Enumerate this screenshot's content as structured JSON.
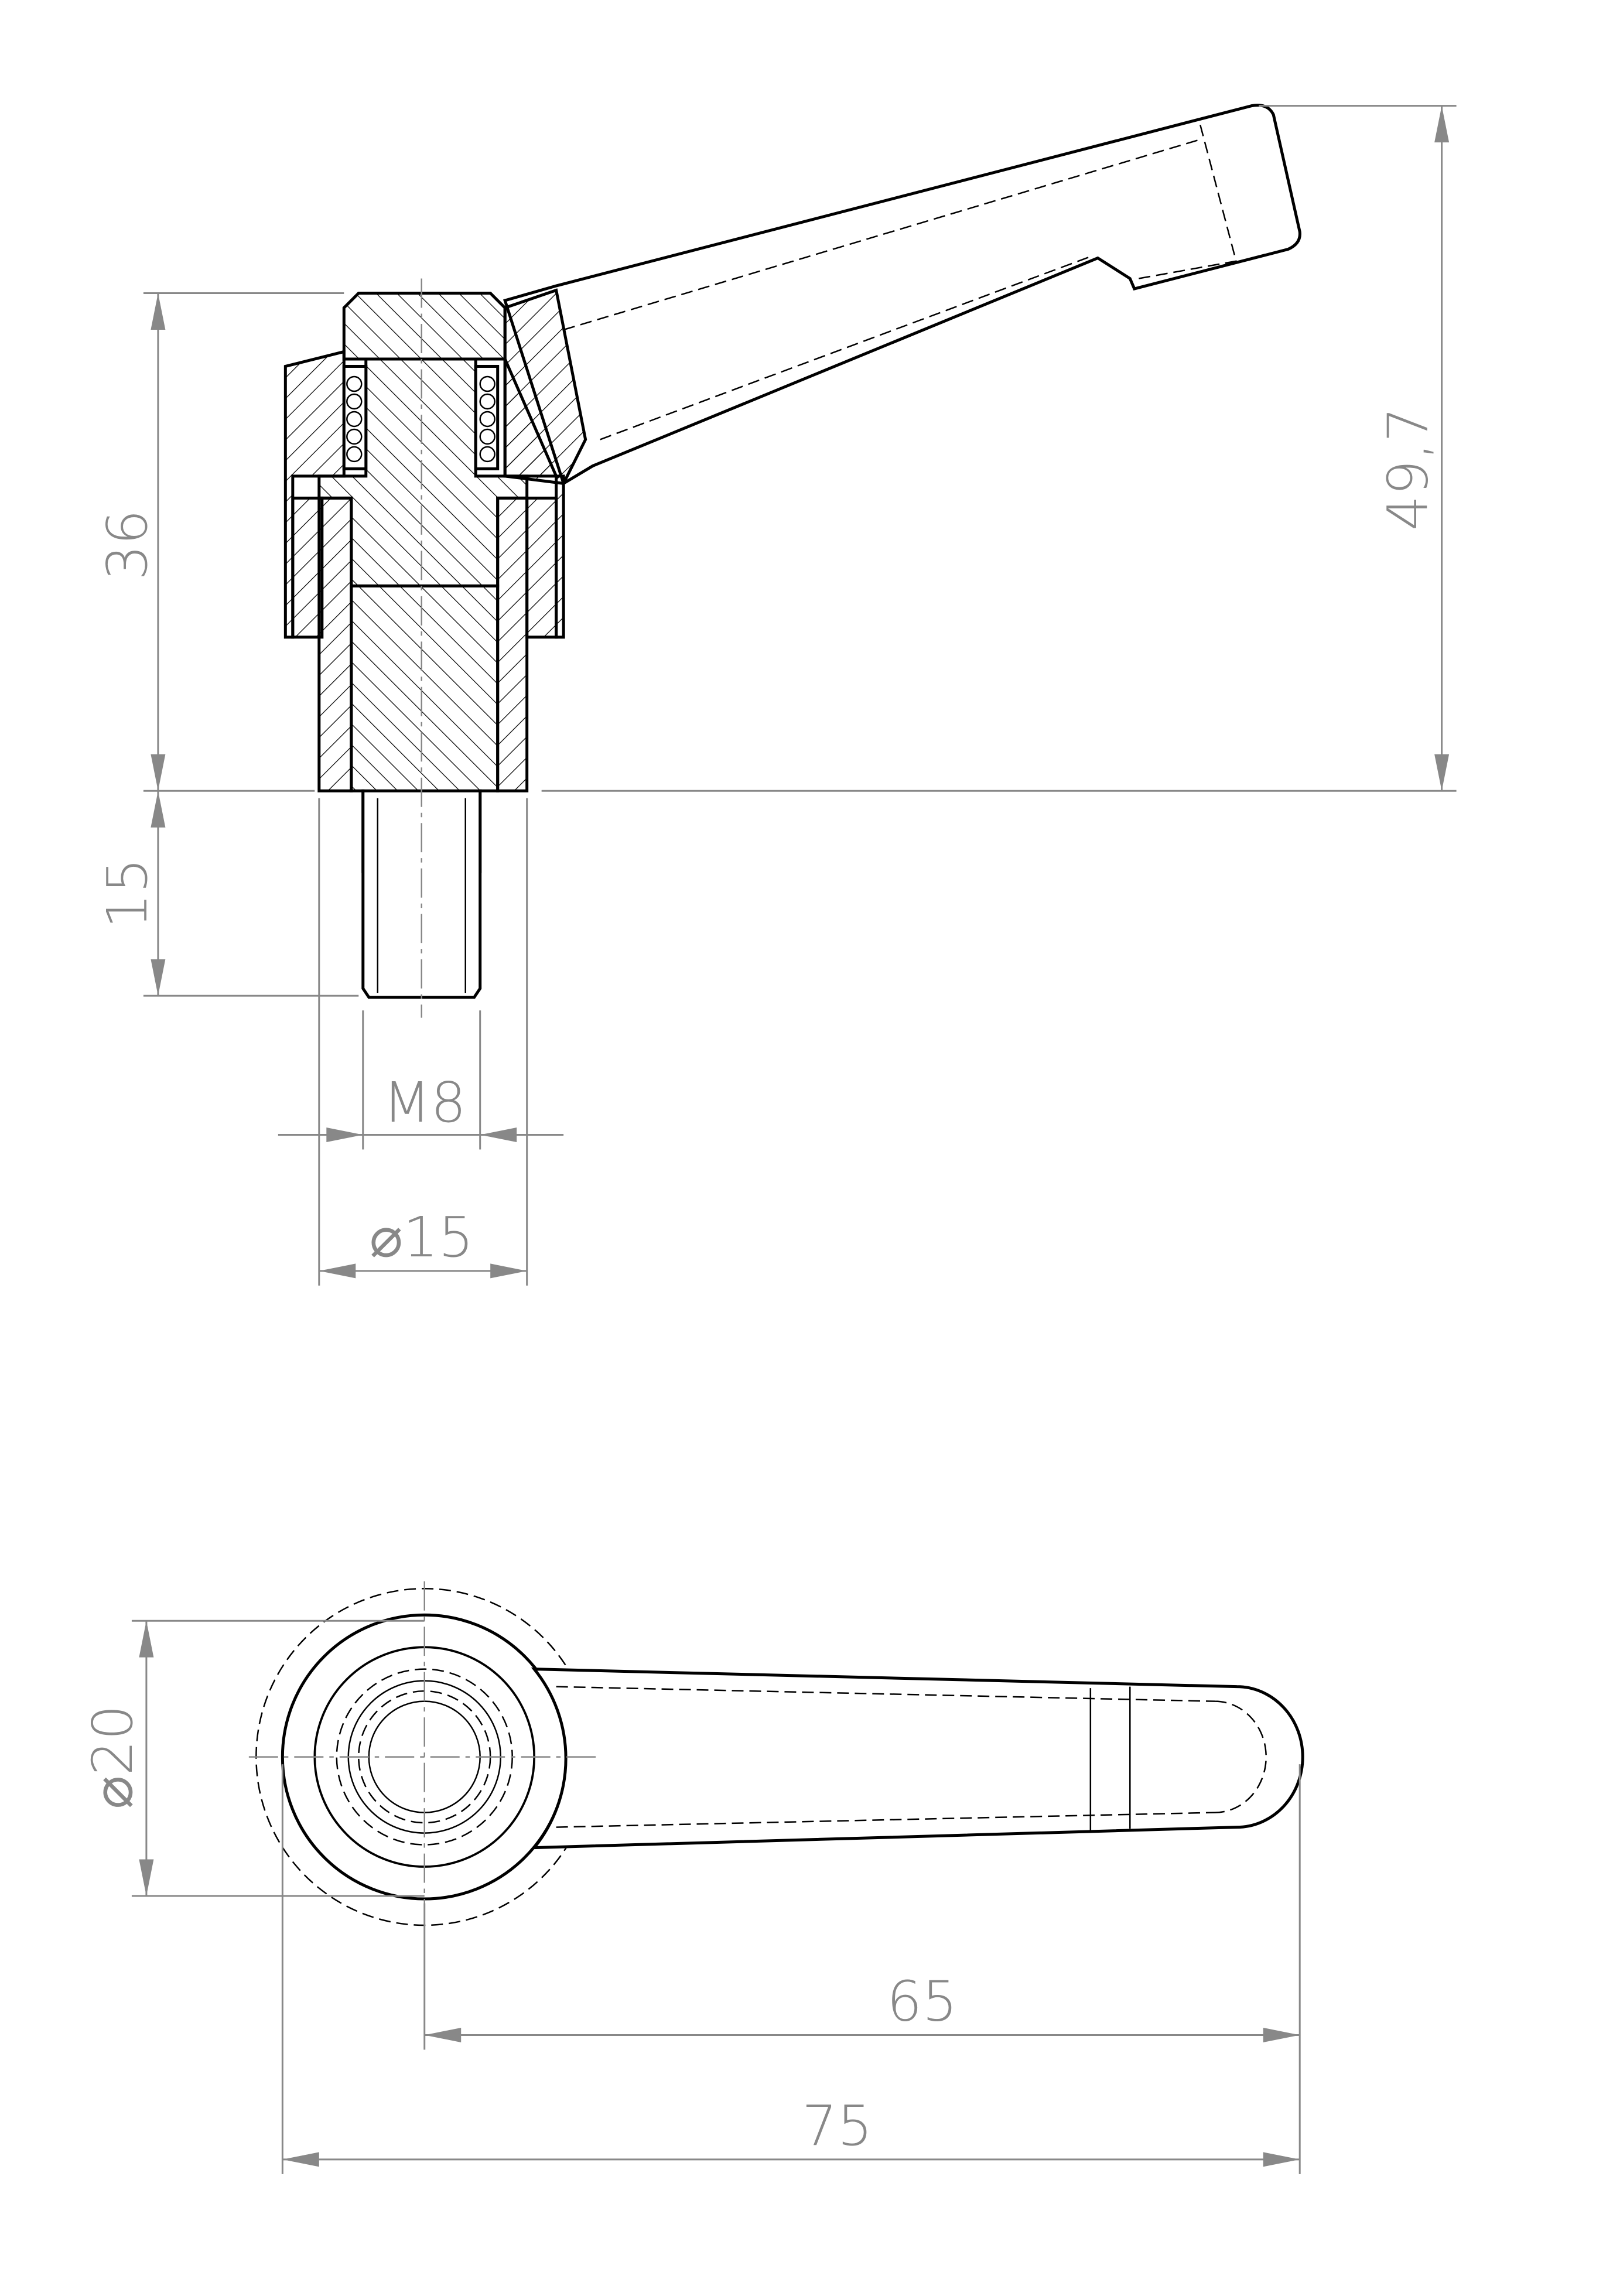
{
  "drawing": {
    "title": "Adjustable clamping lever technical drawing",
    "dimensions": {
      "head_height": "36",
      "stud_length": "15",
      "overall_height": "49,7",
      "thread": "M8",
      "base_diameter": "⌀15",
      "hub_diameter": "⌀20",
      "center_to_tip": "65",
      "overall_length": "75"
    },
    "line_color": "#000000",
    "dimension_color": "#888888"
  }
}
